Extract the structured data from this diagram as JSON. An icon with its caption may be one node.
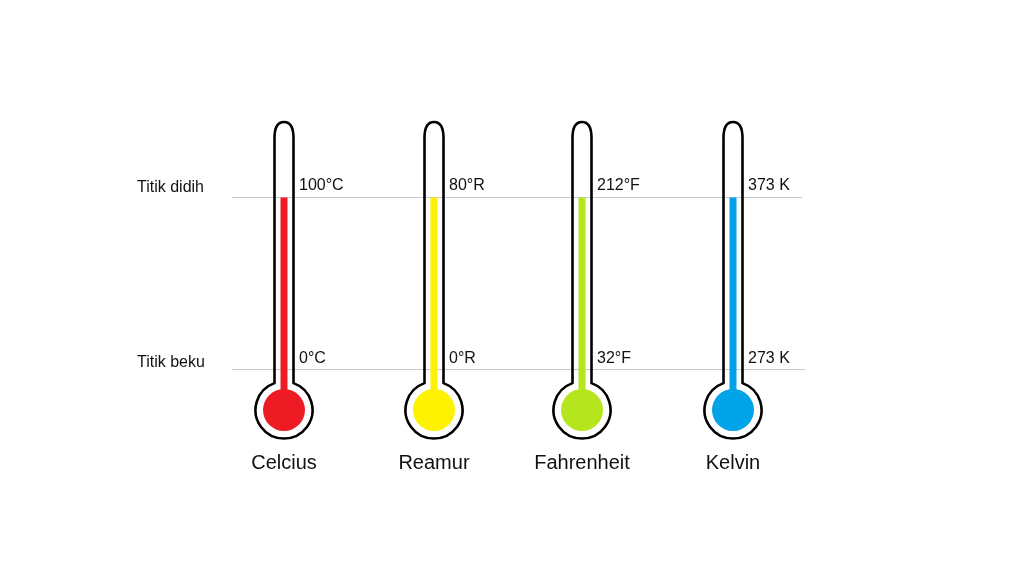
{
  "diagram": {
    "nodes": [
      {
        "text": [
          "Celcius"
        ],
        "beside": [
          "100°C",
          "0°C"
        ]
      },
      {
        "text": [
          "Reamur"
        ],
        "beside": [
          "80°R",
          "0°R"
        ]
      },
      {
        "text": [
          "Fahrenheit"
        ],
        "beside": [
          "212°F",
          "32°F"
        ]
      },
      {
        "text": [
          "Kelvin"
        ],
        "beside": [
          "373 K",
          "273 K"
        ]
      }
    ],
    "labels": [
      "Titik didih",
      "Titik beku"
    ]
  }
}
